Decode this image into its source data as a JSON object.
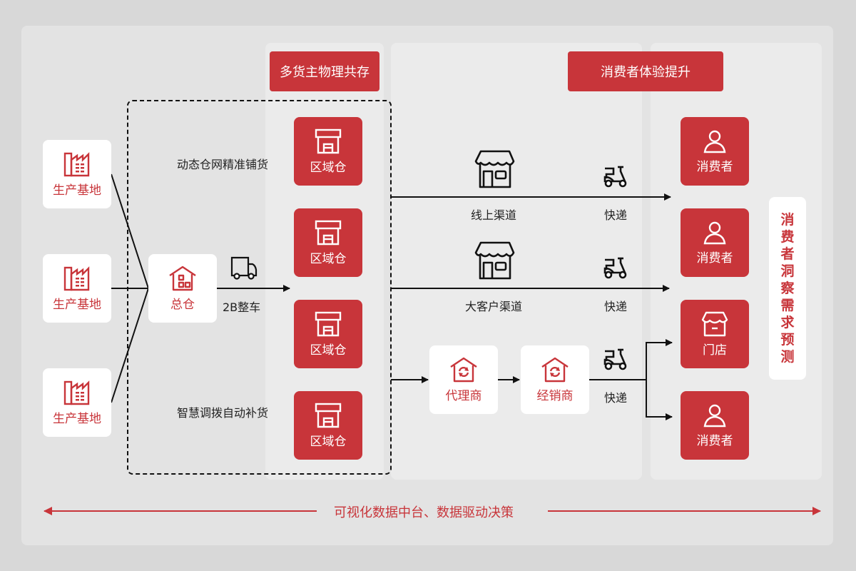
{
  "header": {
    "multi_owner_label": "多货主物理共存",
    "consumer_experience_label": "消费者体验提升"
  },
  "sources": [
    {
      "label": "生产基地",
      "icon": "factory-icon"
    },
    {
      "label": "生产基地",
      "icon": "factory-icon"
    },
    {
      "label": "生产基地",
      "icon": "factory-icon"
    }
  ],
  "central_warehouse": {
    "label": "总仓",
    "icon": "warehouse-icon"
  },
  "transport": {
    "label": "2B整车",
    "icon": "truck-icon"
  },
  "annotations": {
    "dynamic_network": "动态仓网精准铺货",
    "smart_allocation": "智慧调拨自动补货"
  },
  "regional_warehouses": [
    {
      "label": "区域仓",
      "icon": "store-icon"
    },
    {
      "label": "区域仓",
      "icon": "store-icon"
    },
    {
      "label": "区域仓",
      "icon": "store-icon"
    },
    {
      "label": "区域仓",
      "icon": "store-icon"
    }
  ],
  "channels": [
    {
      "label": "线上渠道",
      "icon": "shop-icon",
      "delivery": "快递"
    },
    {
      "label": "大客户渠道",
      "icon": "shop-icon",
      "delivery": "快递"
    }
  ],
  "distribution": {
    "agent": {
      "label": "代理商",
      "icon": "house-refresh-icon"
    },
    "dealer": {
      "label": "经销商",
      "icon": "house-refresh-icon"
    },
    "delivery": "快递"
  },
  "endpoints": [
    {
      "label": "消费者",
      "icon": "user-icon"
    },
    {
      "label": "消费者",
      "icon": "user-icon"
    },
    {
      "label": "门店",
      "icon": "shop-front-icon"
    },
    {
      "label": "消费者",
      "icon": "user-icon"
    }
  ],
  "insight_label": [
    "消",
    "费",
    "者",
    "洞",
    "察",
    "需",
    "求",
    "预",
    "测"
  ],
  "footer": {
    "label": "可视化数据中台、数据驱动决策"
  },
  "colors": {
    "accent": "#c8353a",
    "panel": "#e3e3e3",
    "column": "#ebebeb",
    "background": "#d8d8d8"
  }
}
